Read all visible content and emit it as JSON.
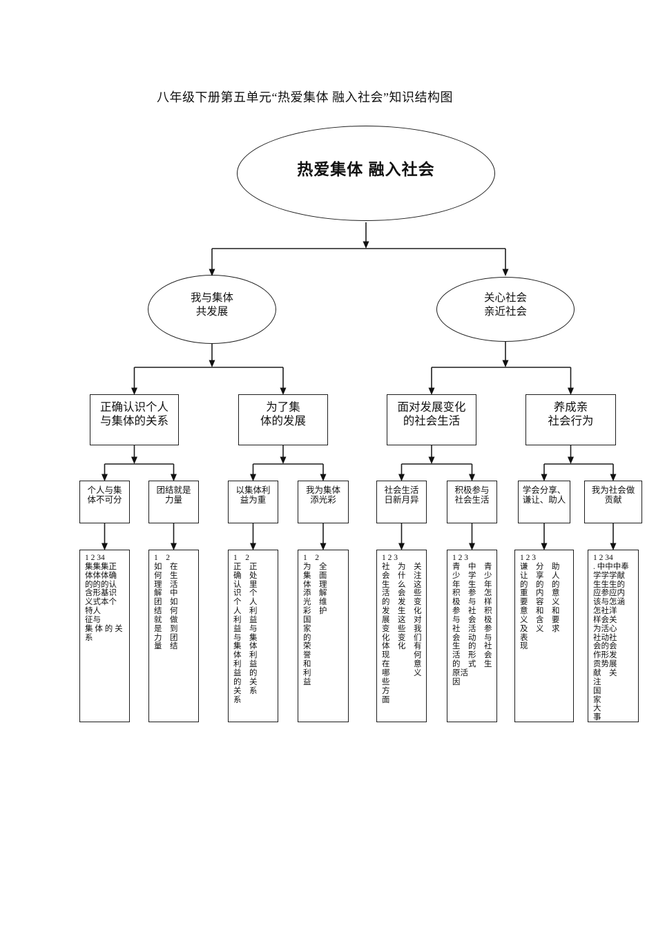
{
  "page_title": "八年级下册第五单元“热爱集体 融入社会”知识结构图",
  "diagram": {
    "root": {
      "label": "热爱集体 融入社会"
    },
    "branches": [
      {
        "label": "我与集体\n共发展"
      },
      {
        "label": "关心社会\n亲近社会"
      }
    ],
    "topics": [
      {
        "label": "正确认识个人\n与集体的关系"
      },
      {
        "label": "为了集\n体的发展"
      },
      {
        "label": "面对发展变化\n的社会生活"
      },
      {
        "label": "养成亲\n社会行为"
      }
    ],
    "subtopics": [
      {
        "label": "个人与集\n体不可分"
      },
      {
        "label": "团结就是\n力量"
      },
      {
        "label": "以集体利\n益为重"
      },
      {
        "label": "我为集体\n添光彩"
      },
      {
        "label": "社会生活\n日新月异"
      },
      {
        "label": "积极参与\n社会生活"
      },
      {
        "label": "学会分享、\n谦让、助人"
      },
      {
        "label": "我为社会做\n贡献"
      }
    ],
    "detail_boxes": [
      {
        "lines": [
          "1 2 34",
          "集集集正",
          "体体体确",
          "的的的认",
          "含形基识",
          "义式本个",
          "特人",
          "征与",
          "集 体 的 关",
          "系"
        ]
      },
      {
        "lines": [
          "1　2",
          "如　在",
          "何　生",
          "理　活",
          "解　中",
          "团　如",
          "结　何",
          "就　做",
          "是　到",
          "力　团",
          "量　结"
        ]
      },
      {
        "lines": [
          "1　2",
          "正　正",
          "确　处",
          "认　里",
          "识　个",
          "个　人",
          "人　利",
          "利　益",
          "益　与",
          "与　集",
          "集　体",
          "体　利",
          "利　益",
          "益　的",
          "的　关",
          "关　系",
          "系"
        ]
      },
      {
        "lines": [
          "1　2",
          "为　全",
          "集　面",
          "体　理",
          "添　解",
          "光　维",
          "彩　护",
          "国",
          "家",
          "的",
          "荣",
          "誉",
          "和",
          "利",
          "益"
        ]
      },
      {
        "lines": [
          "1 2 3",
          "社　为　关",
          "会　什　注",
          "生　么　这",
          "活　会　些",
          "的　发　变",
          "发　生　化",
          "展　这　对",
          "变　些　我",
          "化　变　们",
          "体　化　有",
          "现　　　何",
          "在　　　意",
          "哪　　　义",
          "些",
          "方",
          "面"
        ]
      },
      {
        "lines": [
          "1 2 3",
          "青　中　青",
          "少　学　少",
          "年　生　年",
          "积　参　怎",
          "极　与　样",
          "参　社　积",
          "与　会　极",
          "社　活　参",
          "会　动　与",
          "生　的　社",
          "活　形　会",
          "的　式　生",
          "原活",
          "因"
        ]
      },
      {
        "lines": [
          "1 2 3",
          "谦　分　助",
          "让　享　人",
          "的　的　的",
          "重　内　意",
          "要　容　义",
          "意　和　和",
          "义　含　要",
          "及　义　求",
          "表",
          "现"
        ]
      },
      {
        "lines": [
          "1 2 34",
          ". 中中中奉",
          "学学学献",
          "生生生的",
          "应参应内",
          "该与怎涵",
          "怎社洋",
          "样会关",
          "为活心",
          "社动社",
          "会的会",
          "作形发",
          "贡势展",
          "献　关",
          "注",
          "国",
          "家",
          "大",
          "事"
        ]
      }
    ]
  }
}
